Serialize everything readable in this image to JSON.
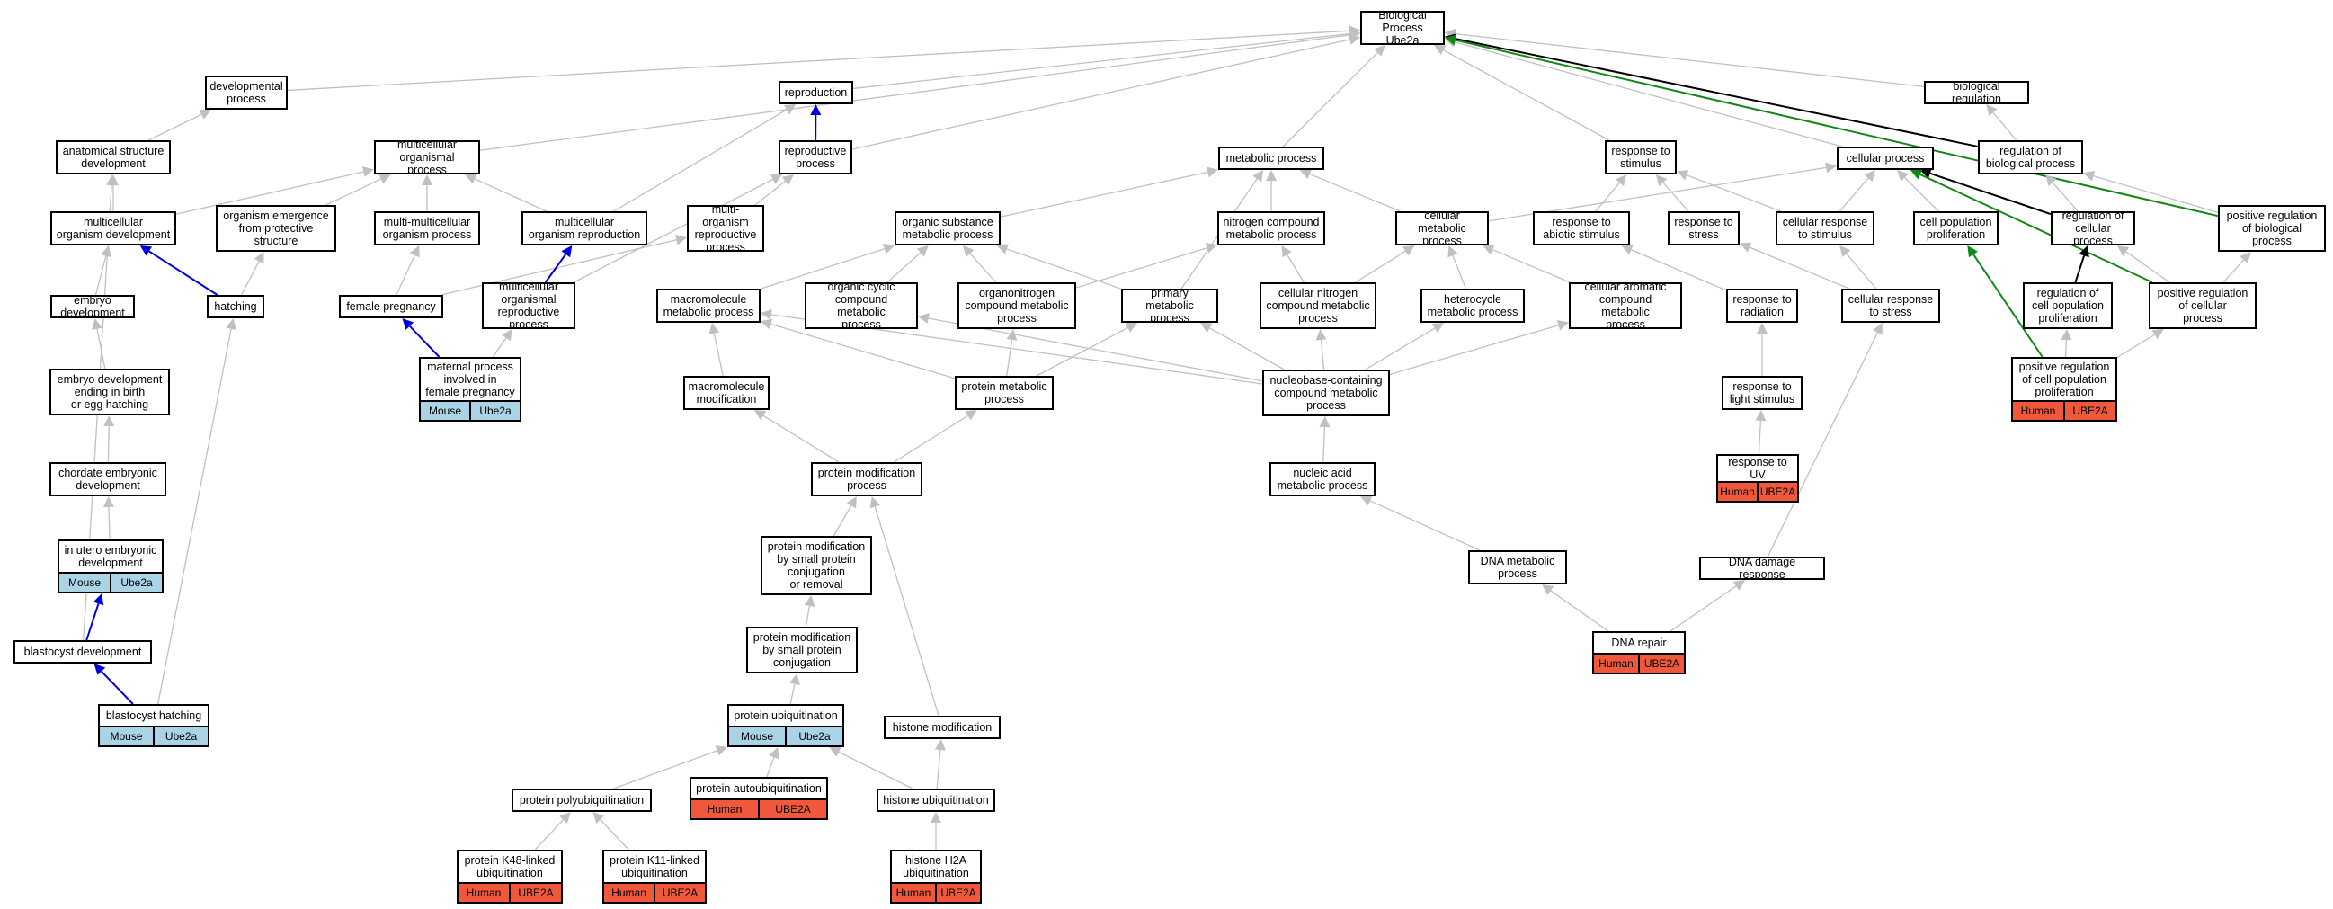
{
  "colors": {
    "edge_default": "#c0c0c0",
    "edge_blue": "#0000dd",
    "edge_black": "#000000",
    "edge_green": "#118811",
    "mouse_tag": "#aad3e6",
    "human_tag": "#f0583c"
  },
  "nodes": [
    {
      "id": "bp",
      "label": "Biological Process\nUbe2a"
    },
    {
      "id": "developmental",
      "label": "developmental\nprocess"
    },
    {
      "id": "reproduction",
      "label": "reproduction"
    },
    {
      "id": "bioreg",
      "label": "biological regulation"
    },
    {
      "id": "anatomical",
      "label": "anatomical structure\ndevelopment"
    },
    {
      "id": "multicellular_op",
      "label": "multicellular\norganismal process"
    },
    {
      "id": "reproductive",
      "label": "reproductive\nprocess"
    },
    {
      "id": "metabolic",
      "label": "metabolic process"
    },
    {
      "id": "resp_stim",
      "label": "response to\nstimulus"
    },
    {
      "id": "cellular_proc",
      "label": "cellular process"
    },
    {
      "id": "reg_bio",
      "label": "regulation of\nbiological process"
    },
    {
      "id": "mc_org_dev",
      "label": "multicellular\norganism development"
    },
    {
      "id": "org_emergence",
      "label": "organism emergence\nfrom protective\nstructure"
    },
    {
      "id": "multi_multi",
      "label": "multi-multicellular\norganism process"
    },
    {
      "id": "mc_org_repro",
      "label": "multicellular\norganism reproduction"
    },
    {
      "id": "multi_org_repro",
      "label": "multi-organism\nreproductive\nprocess"
    },
    {
      "id": "org_subst",
      "label": "organic substance\nmetabolic process"
    },
    {
      "id": "nitrogen",
      "label": "nitrogen compound\nmetabolic process"
    },
    {
      "id": "cell_metab",
      "label": "cellular metabolic\nprocess"
    },
    {
      "id": "resp_abiotic",
      "label": "response to\nabiotic stimulus"
    },
    {
      "id": "resp_stress",
      "label": "response to\nstress"
    },
    {
      "id": "cell_resp_stim",
      "label": "cellular response\nto stimulus"
    },
    {
      "id": "cell_pop_prolif",
      "label": "cell population\nproliferation"
    },
    {
      "id": "reg_cellular",
      "label": "regulation of\ncellular process"
    },
    {
      "id": "pos_reg_bio",
      "label": "positive regulation\nof biological\nprocess"
    },
    {
      "id": "embryo_dev",
      "label": "embryo development"
    },
    {
      "id": "hatching",
      "label": "hatching"
    },
    {
      "id": "female_preg",
      "label": "female pregnancy"
    },
    {
      "id": "mc_org_repro_proc",
      "label": "multicellular\norganismal reproductive\nprocess"
    },
    {
      "id": "macromol",
      "label": "macromolecule\nmetabolic process"
    },
    {
      "id": "org_cyclic",
      "label": "organic cyclic\ncompound metabolic\nprocess"
    },
    {
      "id": "organonitrogen",
      "label": "organonitrogen\ncompound metabolic\nprocess"
    },
    {
      "id": "primary",
      "label": "primary metabolic\nprocess"
    },
    {
      "id": "cell_nitrogen",
      "label": "cellular nitrogen\ncompound metabolic\nprocess"
    },
    {
      "id": "heterocycle",
      "label": "heterocycle\nmetabolic process"
    },
    {
      "id": "cell_aromatic",
      "label": "cellular aromatic\ncompound metabolic\nprocess"
    },
    {
      "id": "resp_radiation",
      "label": "response to\nradiation"
    },
    {
      "id": "cell_resp_stress",
      "label": "cellular response\nto stress"
    },
    {
      "id": "reg_cell_pop",
      "label": "regulation of\ncell population\nproliferation"
    },
    {
      "id": "pos_reg_cellular",
      "label": "positive regulation\nof cellular\nprocess"
    },
    {
      "id": "embryo_birth",
      "label": "embryo development\nending in birth\nor egg hatching"
    },
    {
      "id": "maternal",
      "label": "maternal process\ninvolved in\nfemale pregnancy",
      "tags": [
        "Mouse",
        "Ube2a"
      ]
    },
    {
      "id": "macromol_mod",
      "label": "macromolecule\nmodification"
    },
    {
      "id": "protein_metab",
      "label": "protein metabolic\nprocess"
    },
    {
      "id": "nucleobase",
      "label": "nucleobase-containing\ncompound metabolic\nprocess"
    },
    {
      "id": "resp_light",
      "label": "response to\nlight stimulus"
    },
    {
      "id": "pos_reg_cell_pop",
      "label": "positive regulation\nof cell population\nproliferation",
      "tags": [
        "Human",
        "UBE2A"
      ]
    },
    {
      "id": "chordate",
      "label": "chordate embryonic\ndevelopment"
    },
    {
      "id": "prot_mod",
      "label": "protein modification\nprocess"
    },
    {
      "id": "nucleic",
      "label": "nucleic acid\nmetabolic process"
    },
    {
      "id": "resp_uv",
      "label": "response to\nUV",
      "tags": [
        "Human",
        "UBE2A"
      ]
    },
    {
      "id": "in_utero",
      "label": "in utero embryonic\ndevelopment",
      "tags": [
        "Mouse",
        "Ube2a"
      ]
    },
    {
      "id": "prot_mod_small",
      "label": "protein modification\nby small protein\nconjugation\nor removal"
    },
    {
      "id": "dna_metab",
      "label": "DNA metabolic\nprocess"
    },
    {
      "id": "dna_damage",
      "label": "DNA damage response"
    },
    {
      "id": "blastocyst_dev",
      "label": "blastocyst development"
    },
    {
      "id": "prot_mod_conj",
      "label": "protein modification\nby small protein\nconjugation"
    },
    {
      "id": "dna_repair",
      "label": "DNA repair",
      "tags": [
        "Human",
        "UBE2A"
      ]
    },
    {
      "id": "blastocyst_hatch",
      "label": "blastocyst hatching",
      "tags": [
        "Mouse",
        "Ube2a"
      ]
    },
    {
      "id": "prot_ubiq",
      "label": "protein ubiquitination",
      "tags": [
        "Mouse",
        "Ube2a"
      ]
    },
    {
      "id": "histone_mod",
      "label": "histone modification"
    },
    {
      "id": "prot_autoubiq",
      "label": "protein autoubiquitination",
      "tags": [
        "Human",
        "UBE2A"
      ]
    },
    {
      "id": "prot_polyubiq",
      "label": "protein polyubiquitination"
    },
    {
      "id": "histone_ubiq",
      "label": "histone ubiquitination"
    },
    {
      "id": "k48",
      "label": "protein K48-linked\nubiquitination",
      "tags": [
        "Human",
        "UBE2A"
      ]
    },
    {
      "id": "k11",
      "label": "protein K11-linked\nubiquitination",
      "tags": [
        "Human",
        "UBE2A"
      ]
    },
    {
      "id": "h2a",
      "label": "histone H2A\nubiquitination",
      "tags": [
        "Human",
        "UBE2A"
      ]
    }
  ],
  "edges": [
    {
      "from": "developmental",
      "to": "bp"
    },
    {
      "from": "reproduction",
      "to": "bp"
    },
    {
      "from": "bioreg",
      "to": "bp"
    },
    {
      "from": "multicellular_op",
      "to": "bp"
    },
    {
      "from": "reproductive",
      "to": "bp"
    },
    {
      "from": "metabolic",
      "to": "bp"
    },
    {
      "from": "resp_stim",
      "to": "bp"
    },
    {
      "from": "cellular_proc",
      "to": "bp"
    },
    {
      "from": "reg_bio",
      "to": "bp",
      "kind": "black"
    },
    {
      "from": "pos_reg_bio",
      "to": "bp",
      "kind": "green"
    },
    {
      "from": "anatomical",
      "to": "developmental"
    },
    {
      "from": "reproductive",
      "to": "reproduction",
      "kind": "blue"
    },
    {
      "from": "reg_bio",
      "to": "bioreg"
    },
    {
      "from": "mc_org_dev",
      "to": "anatomical"
    },
    {
      "from": "mc_org_dev",
      "to": "multicellular_op"
    },
    {
      "from": "org_emergence",
      "to": "multicellular_op"
    },
    {
      "from": "multi_multi",
      "to": "multicellular_op"
    },
    {
      "from": "mc_org_repro",
      "to": "multicellular_op"
    },
    {
      "from": "mc_org_repro",
      "to": "reproduction"
    },
    {
      "from": "multi_org_repro",
      "to": "reproductive"
    },
    {
      "from": "org_subst",
      "to": "metabolic"
    },
    {
      "from": "nitrogen",
      "to": "metabolic"
    },
    {
      "from": "cell_metab",
      "to": "metabolic"
    },
    {
      "from": "primary",
      "to": "metabolic"
    },
    {
      "from": "resp_abiotic",
      "to": "resp_stim"
    },
    {
      "from": "resp_stress",
      "to": "resp_stim"
    },
    {
      "from": "cell_resp_stim",
      "to": "resp_stim"
    },
    {
      "from": "cell_metab",
      "to": "cellular_proc"
    },
    {
      "from": "cell_resp_stim",
      "to": "cellular_proc"
    },
    {
      "from": "cell_pop_prolif",
      "to": "cellular_proc"
    },
    {
      "from": "reg_cellular",
      "to": "cellular_proc",
      "kind": "black"
    },
    {
      "from": "pos_reg_cellular",
      "to": "cellular_proc",
      "kind": "green"
    },
    {
      "from": "reg_cellular",
      "to": "reg_bio"
    },
    {
      "from": "pos_reg_bio",
      "to": "reg_bio"
    },
    {
      "from": "embryo_dev",
      "to": "mc_org_dev"
    },
    {
      "from": "hatching",
      "to": "mc_org_dev",
      "kind": "blue"
    },
    {
      "from": "hatching",
      "to": "org_emergence"
    },
    {
      "from": "female_preg",
      "to": "multi_multi"
    },
    {
      "from": "female_preg",
      "to": "multi_org_repro"
    },
    {
      "from": "mc_org_repro_proc",
      "to": "mc_org_repro",
      "kind": "blue"
    },
    {
      "from": "mc_org_repro_proc",
      "to": "reproductive"
    },
    {
      "from": "macromol",
      "to": "org_subst"
    },
    {
      "from": "organonitrogen",
      "to": "org_subst"
    },
    {
      "from": "organonitrogen",
      "to": "nitrogen"
    },
    {
      "from": "org_cyclic",
      "to": "org_subst"
    },
    {
      "from": "primary",
      "to": "org_subst"
    },
    {
      "from": "cell_nitrogen",
      "to": "nitrogen"
    },
    {
      "from": "cell_nitrogen",
      "to": "cell_metab"
    },
    {
      "from": "heterocycle",
      "to": "cell_metab"
    },
    {
      "from": "cell_aromatic",
      "to": "cell_metab"
    },
    {
      "from": "resp_radiation",
      "to": "resp_abiotic"
    },
    {
      "from": "cell_resp_stress",
      "to": "resp_stress"
    },
    {
      "from": "cell_resp_stress",
      "to": "cell_resp_stim"
    },
    {
      "from": "reg_cell_pop",
      "to": "reg_cellular",
      "kind": "black"
    },
    {
      "from": "pos_reg_cellular",
      "to": "reg_cellular"
    },
    {
      "from": "pos_reg_cellular",
      "to": "pos_reg_bio"
    },
    {
      "from": "embryo_birth",
      "to": "embryo_dev"
    },
    {
      "from": "maternal",
      "to": "female_preg",
      "kind": "blue"
    },
    {
      "from": "maternal",
      "to": "mc_org_repro_proc"
    },
    {
      "from": "macromol_mod",
      "to": "macromol"
    },
    {
      "from": "protein_metab",
      "to": "macromol"
    },
    {
      "from": "protein_metab",
      "to": "organonitrogen"
    },
    {
      "from": "protein_metab",
      "to": "primary"
    },
    {
      "from": "nucleobase",
      "to": "org_cyclic"
    },
    {
      "from": "nucleobase",
      "to": "primary"
    },
    {
      "from": "nucleobase",
      "to": "cell_nitrogen"
    },
    {
      "from": "nucleobase",
      "to": "heterocycle"
    },
    {
      "from": "nucleobase",
      "to": "cell_aromatic"
    },
    {
      "from": "nucleobase",
      "to": "macromol"
    },
    {
      "from": "resp_light",
      "to": "resp_radiation"
    },
    {
      "from": "pos_reg_cell_pop",
      "to": "cell_pop_prolif",
      "kind": "green"
    },
    {
      "from": "pos_reg_cell_pop",
      "to": "reg_cell_pop"
    },
    {
      "from": "pos_reg_cell_pop",
      "to": "pos_reg_cellular"
    },
    {
      "from": "chordate",
      "to": "embryo_birth"
    },
    {
      "from": "prot_mod",
      "to": "macromol_mod"
    },
    {
      "from": "prot_mod",
      "to": "protein_metab"
    },
    {
      "from": "nucleic",
      "to": "nucleobase"
    },
    {
      "from": "resp_uv",
      "to": "resp_light"
    },
    {
      "from": "in_utero",
      "to": "chordate"
    },
    {
      "from": "prot_mod_small",
      "to": "prot_mod"
    },
    {
      "from": "dna_metab",
      "to": "nucleic"
    },
    {
      "from": "dna_damage",
      "to": "cell_resp_stress"
    },
    {
      "from": "blastocyst_dev",
      "to": "in_utero",
      "kind": "blue"
    },
    {
      "from": "blastocyst_dev",
      "to": "anatomical"
    },
    {
      "from": "prot_mod_conj",
      "to": "prot_mod_small"
    },
    {
      "from": "dna_repair",
      "to": "dna_metab"
    },
    {
      "from": "dna_repair",
      "to": "dna_damage"
    },
    {
      "from": "blastocyst_hatch",
      "to": "blastocyst_dev",
      "kind": "blue"
    },
    {
      "from": "blastocyst_hatch",
      "to": "hatching"
    },
    {
      "from": "prot_ubiq",
      "to": "prot_mod_conj"
    },
    {
      "from": "histone_mod",
      "to": "prot_mod"
    },
    {
      "from": "prot_autoubiq",
      "to": "prot_ubiq"
    },
    {
      "from": "prot_polyubiq",
      "to": "prot_ubiq"
    },
    {
      "from": "histone_ubiq",
      "to": "histone_mod"
    },
    {
      "from": "histone_ubiq",
      "to": "prot_ubiq"
    },
    {
      "from": "k48",
      "to": "prot_polyubiq"
    },
    {
      "from": "k11",
      "to": "prot_polyubiq"
    },
    {
      "from": "h2a",
      "to": "histone_ubiq"
    }
  ]
}
